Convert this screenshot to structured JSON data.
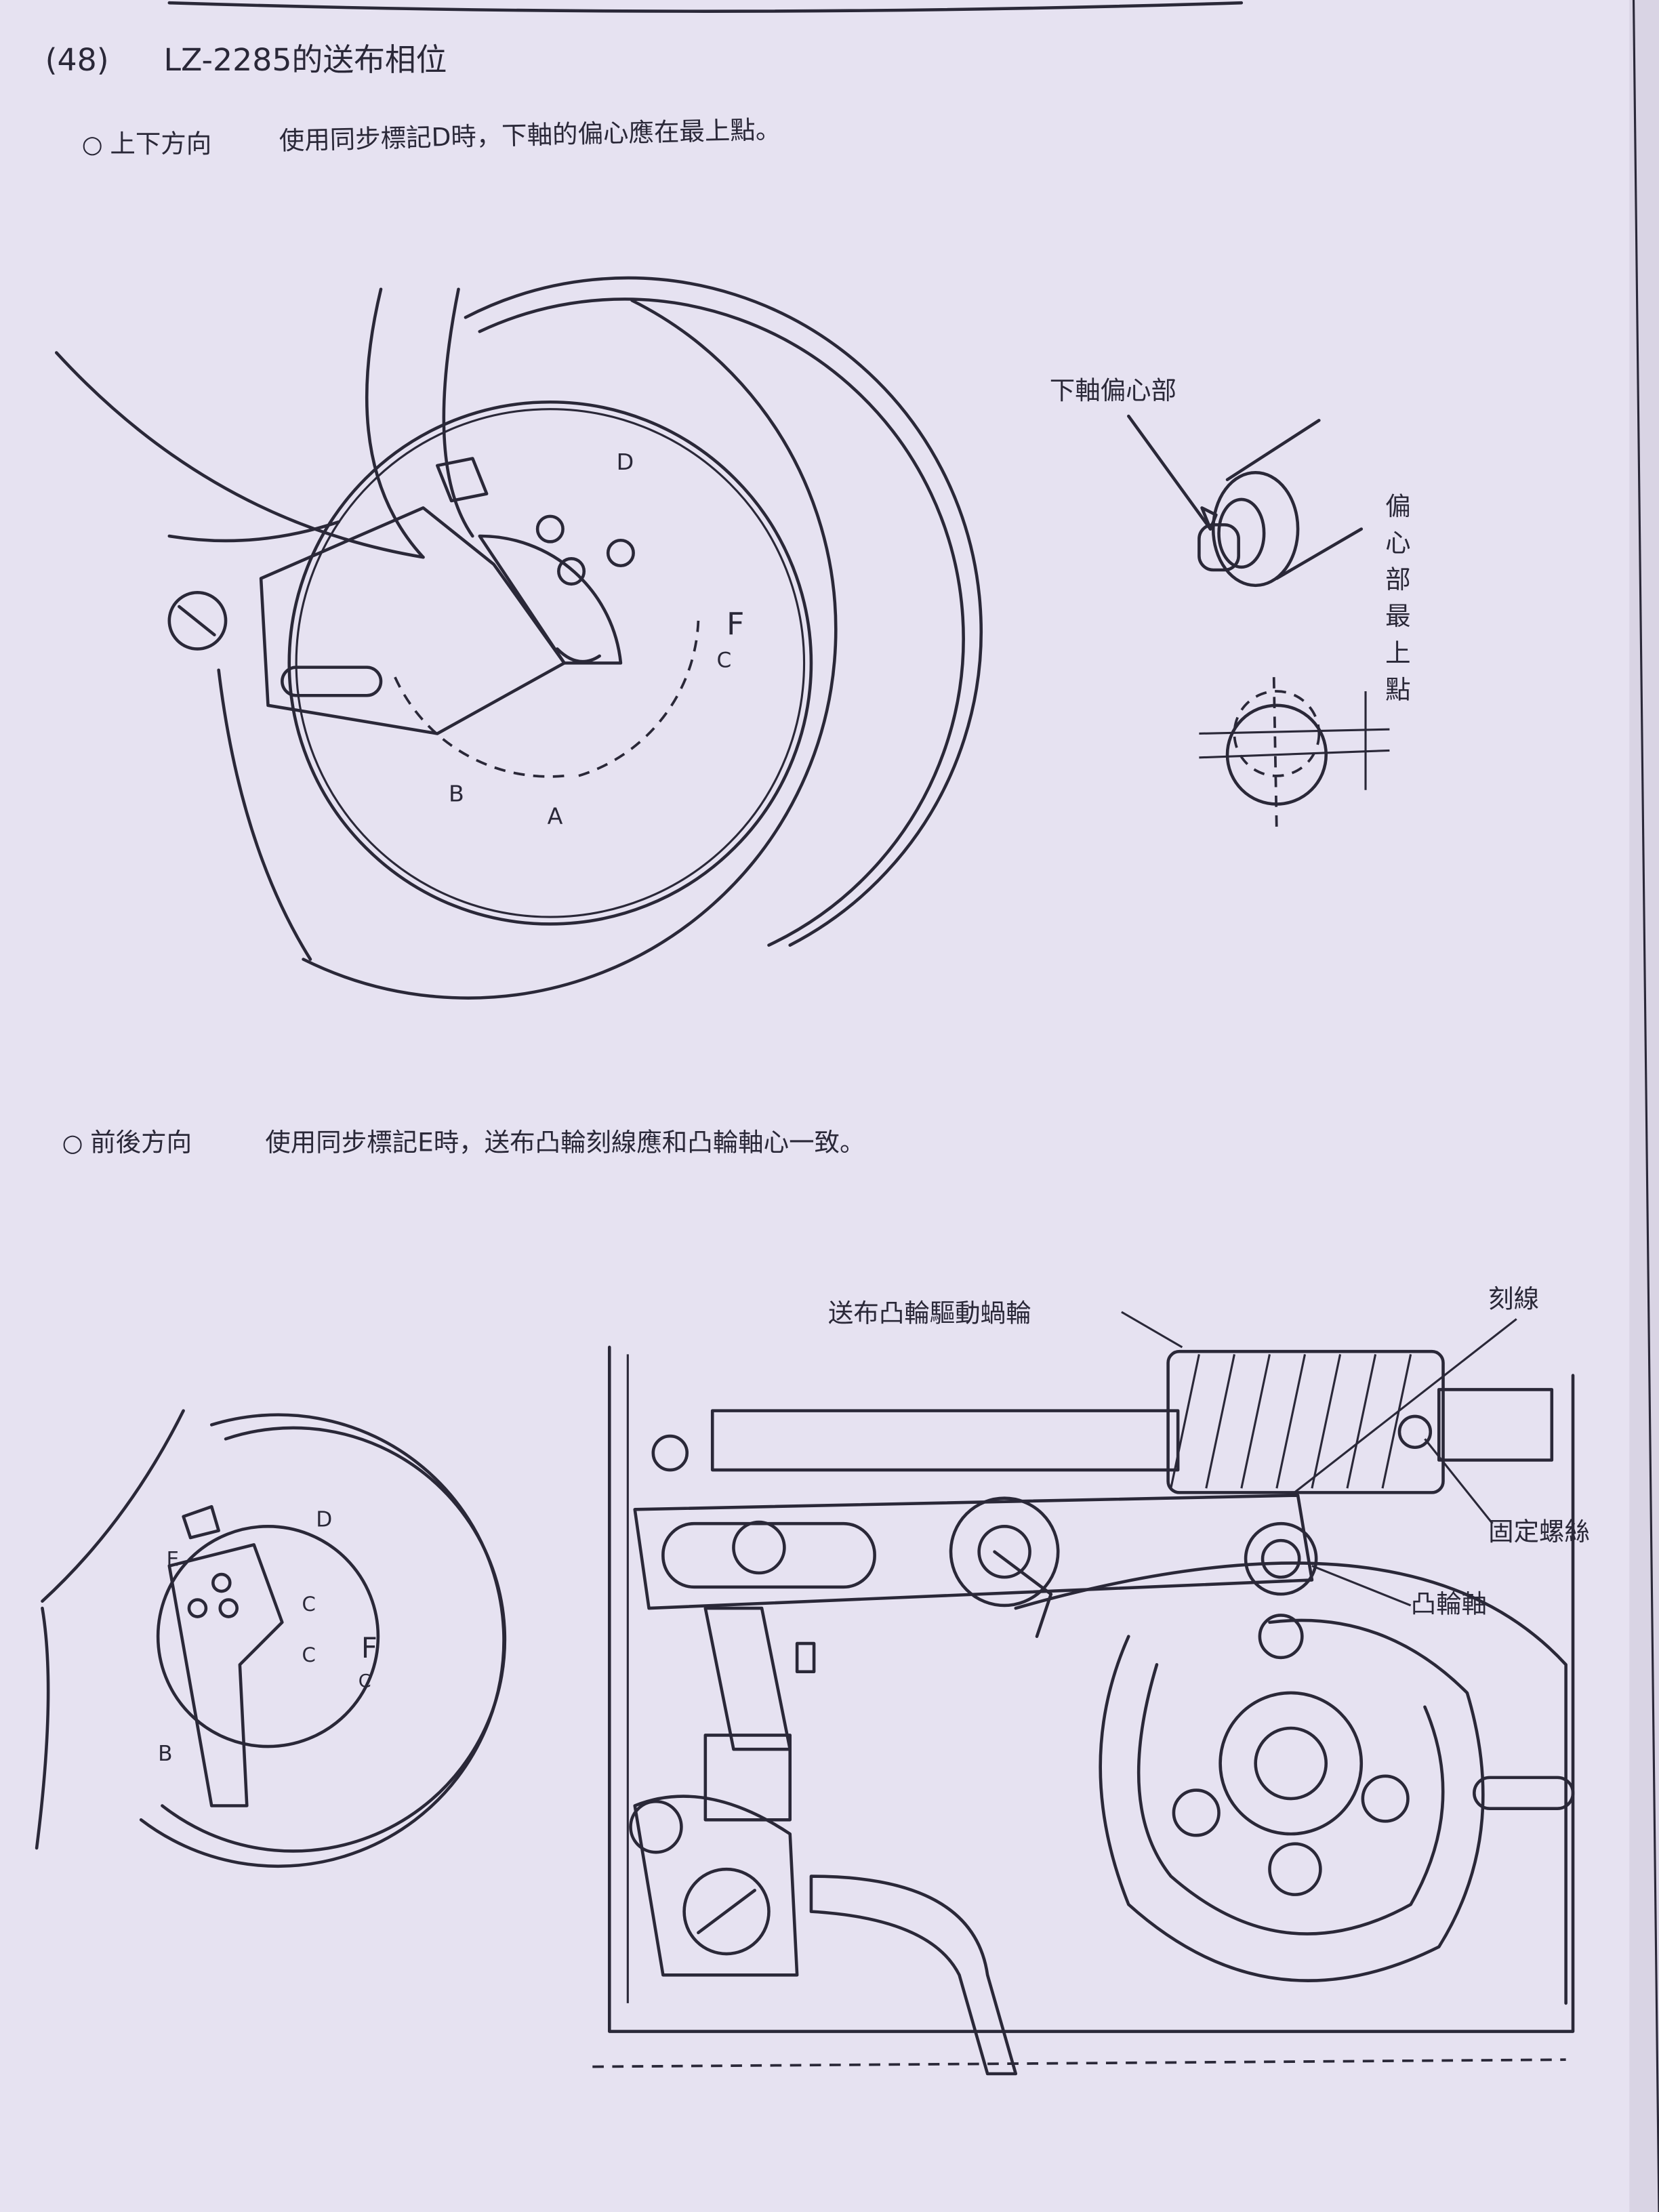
{
  "section_number": "(48)",
  "title": "LZ-2285的送布相位",
  "vertical_direction": {
    "bullet": "○",
    "heading": "上下方向",
    "text": "使用同步標記D時，下軸的偏心應在最上點。"
  },
  "horizontal_direction": {
    "bullet": "○",
    "heading": "前後方向",
    "text": "使用同步標記E時，送布凸輪刻線應和凸輪軸心一致。"
  },
  "figure1": {
    "dial_marks": [
      "D",
      "F",
      "C",
      "B",
      "A"
    ],
    "label_lower_shaft_eccentric": "下軸偏心部",
    "label_eccentric_top": [
      "偏",
      "心",
      "部",
      "最",
      "上",
      "點"
    ]
  },
  "figure2": {
    "dial_marks": [
      "D",
      "E",
      "C",
      "C",
      "F",
      "C",
      "B"
    ],
    "label_worm_wheel": "送布凸輪驅動蝸輪",
    "label_score_line": "刻線",
    "label_set_screw": "固定螺絲",
    "label_cam_shaft": "凸輪軸"
  }
}
